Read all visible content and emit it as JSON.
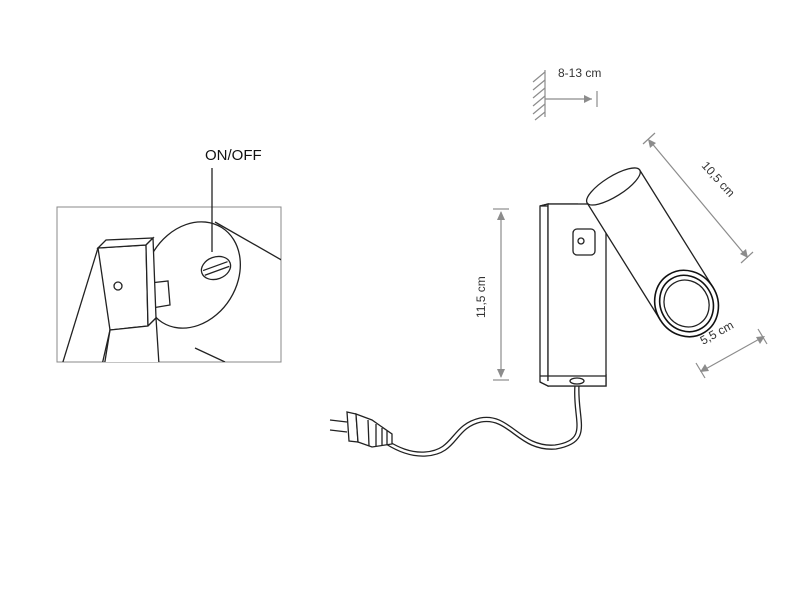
{
  "diagram": {
    "callout_label": "ON/OFF",
    "dimensions": {
      "wall_distance": "8-13 cm",
      "lamp_length": "10,5 cm",
      "base_height": "11,5 cm",
      "lamp_diameter": "5,5 cm"
    }
  },
  "colors": {
    "line": "#222222",
    "dimension_line": "#8c8c8c",
    "frame": "#888888",
    "background": "#ffffff"
  }
}
